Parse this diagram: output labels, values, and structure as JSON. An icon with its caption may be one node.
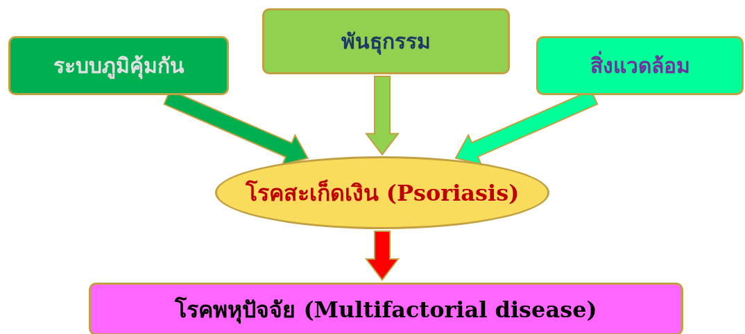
{
  "diagram": {
    "nodes": [
      {
        "text": [
          "ระบบภูมิคุ้มกัน"
        ]
      },
      {
        "text": [
          "พันธุกรรม"
        ]
      },
      {
        "text": [
          "สิ่งแวดล้อม"
        ]
      },
      {
        "text": [
          "โรคสะเก็ดเงิน (Psoriasis)"
        ]
      },
      {
        "text": [
          "โรคพหุปัจจัย (Multifactorial disease)"
        ]
      }
    ],
    "edges": [
      {
        "from": 0,
        "to": 3,
        "arrow": "to",
        "style": "thick",
        "color": "#00b050"
      },
      {
        "from": 1,
        "to": 3,
        "arrow": "to",
        "style": "thick",
        "color": "#92d050"
      },
      {
        "from": 2,
        "to": 3,
        "arrow": "to",
        "style": "thick",
        "color": "#00ff99"
      },
      {
        "from": 3,
        "to": 4,
        "arrow": "to",
        "style": "thick",
        "color": "#ff0000"
      }
    ]
  }
}
